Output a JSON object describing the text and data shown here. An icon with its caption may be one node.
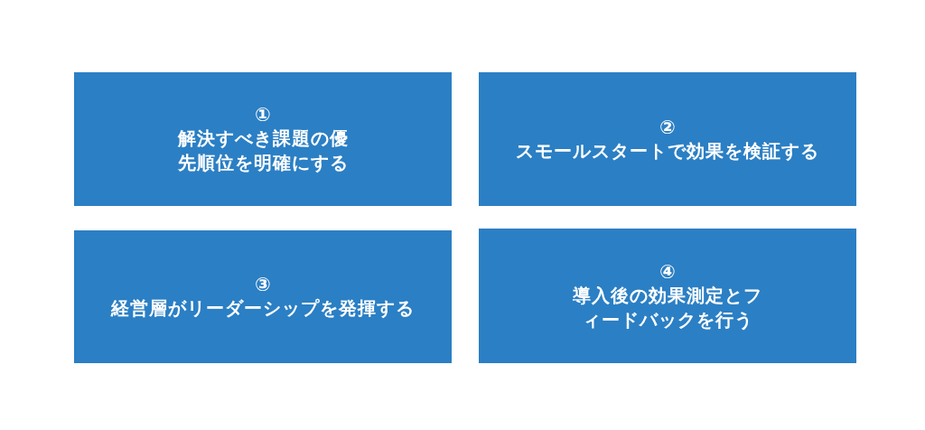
{
  "diagram": {
    "nodes": [
      {
        "text": [
          "①",
          "解決すべき課題の優先順位を明確にする"
        ]
      },
      {
        "text": [
          "②",
          "スモールスタートで効果を検証する"
        ]
      },
      {
        "text": [
          "③",
          "経営層がリーダーシップを発揮する"
        ]
      },
      {
        "text": [
          "④",
          "導入後の効果測定とフィードバックを行う"
        ]
      }
    ]
  }
}
